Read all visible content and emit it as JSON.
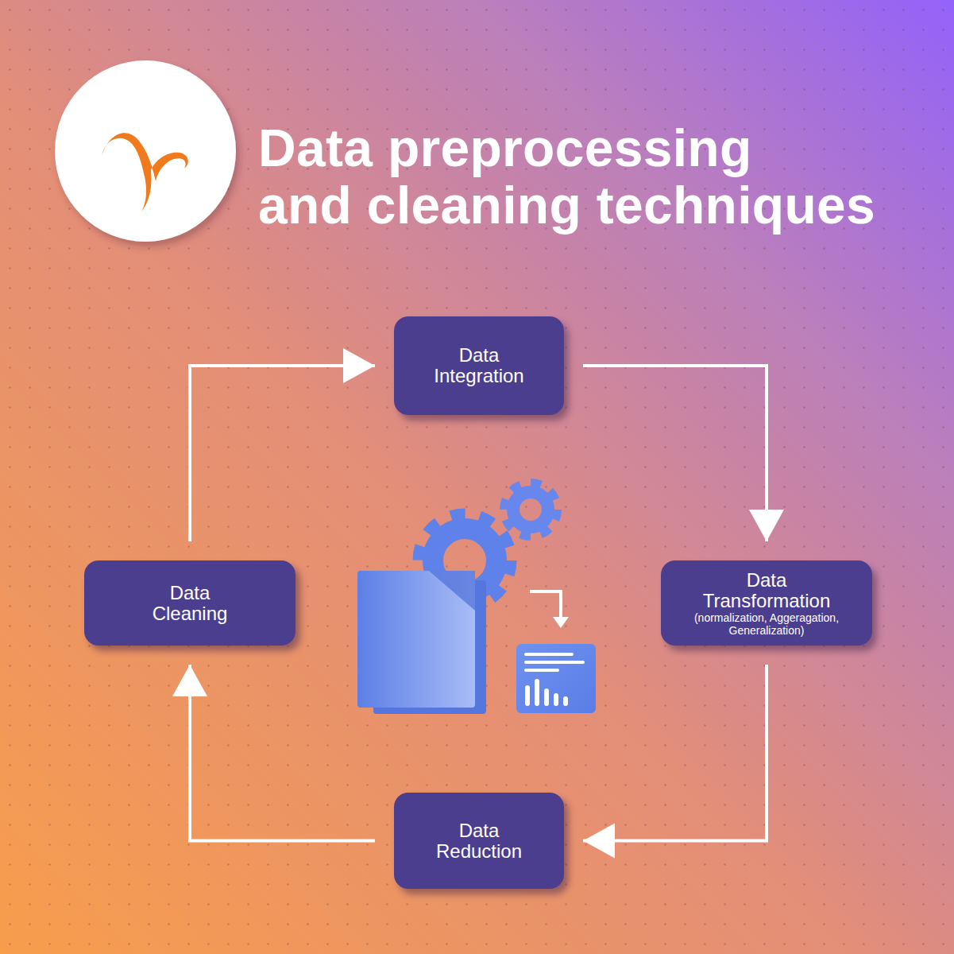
{
  "diagram": {
    "title": "Data preprocessing and cleaning techniques",
    "nodes": [
      {
        "text": [
          "Data Integration"
        ]
      },
      {
        "text": [
          "Data Cleaning"
        ]
      },
      {
        "text": [
          "Data Transformation",
          "(normalization, Aggeragation, Generalization)"
        ]
      },
      {
        "text": [
          "Data Reduction"
        ]
      }
    ],
    "edges": [
      {
        "from": 1,
        "to": 0,
        "arrow": "to"
      },
      {
        "from": 0,
        "to": 2,
        "arrow": "to"
      },
      {
        "from": 2,
        "to": 3,
        "arrow": "to"
      },
      {
        "from": 3,
        "to": 1,
        "arrow": "to"
      }
    ]
  }
}
